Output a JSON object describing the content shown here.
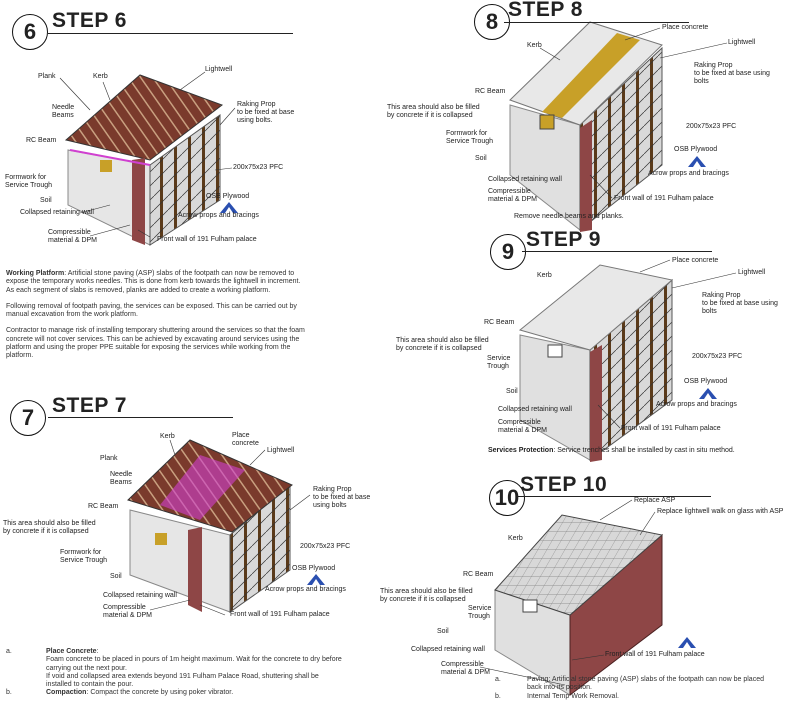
{
  "step6": {
    "num": "6",
    "title": "STEP 6",
    "labels": {
      "plank": "Plank",
      "kerb": "Kerb",
      "lightwell": "Lightwell",
      "needle": "Needle\nBeams",
      "rc": "RC Beam",
      "raking": "Raking Prop\nto be fixed at base\nusing bolts.",
      "pfc": "200x75x23 PFC",
      "formwork": "Formwork for\nService Trough",
      "soil": "Soil",
      "osb": "OSB Plywood",
      "acrow": "Acrow props and bracings",
      "collapsed": "Collapsed retaining wall",
      "compressible": "Compressible\nmaterial & DPM",
      "front": "Front wall of 191 Fulham palace"
    }
  },
  "step6_text": {
    "p1_bold": "Working Platform",
    "p1": ": Artificial stone paving (ASP) slabs of the footpath can now be removed to expose the temporary works needles. This is done from kerb towards the lightwell in increment. As each segment of slabs is removed, planks are added to create a working platform.",
    "p2": "Following removal of footpath paving, the services can be exposed. This can be carried out by manual excavation from the work platform.",
    "p3": "Contractor to manage risk of installing temporary shuttering around the services so that the foam concrete will not cover services. This can be achieved by excavating around services using the platform and using the proper PPE suitable for exposing the services while working from the platform."
  },
  "step7": {
    "num": "7",
    "title": "STEP 7",
    "labels": {
      "kerb": "Kerb",
      "place": "Place\nconcrete",
      "lightwell": "Lightwell",
      "plank": "Plank",
      "needle": "Needle\nBeams",
      "rc": "RC Beam",
      "raking": "Raking Prop\nto be fixed at base\nusing bolts",
      "area": "This area should also be filled\nby concrete if it is collapsed",
      "pfc": "200x75x23 PFC",
      "formwork": "Formwork for\nService Trough",
      "soil": "Soil",
      "osb": "OSB Plywood",
      "acrow": "Acrow props and bracings",
      "collapsed": "Collapsed retaining wall",
      "compressible": "Compressible\nmaterial & DPM",
      "front": "Front wall of 191 Fulham palace"
    }
  },
  "step7_list": [
    {
      "k": "a.",
      "bold": "Place Concrete",
      "v": ":\nFoam concrete to be placed in pours of 1m height maximum. Wait for the concrete to dry before carrying out the next pour.\nIf void and collapsed area extends beyond 191 Fulham Palace Road, shuttering shall be installed to contain the pour."
    },
    {
      "k": "b.",
      "bold": "Compaction",
      "v": ": Compact the concrete by using poker vibrator."
    }
  ],
  "step8": {
    "num": "8",
    "title": "STEP 8",
    "labels": {
      "place": "Place concrete",
      "kerb": "Kerb",
      "lightwell": "Lightwell",
      "raking": "Raking Prop\nto be fixed at base using\nbolts",
      "rc": "RC Beam",
      "area": "This area should also be filled\nby concrete if it is collapsed",
      "pfc": "200x75x23 PFC",
      "formwork": "Formwork for\nService Trough",
      "soil": "Soil",
      "osb": "OSB Plywood",
      "acrow": "Acrow props and bracings",
      "collapsed": "Collapsed retaining wall",
      "compressible": "Compressible\nmaterial & DPM",
      "front": "Front wall of 191 Fulham palace"
    },
    "note": "Remove needle beams and planks."
  },
  "step9": {
    "num": "9",
    "title": "STEP 9",
    "labels": {
      "place": "Place concrete",
      "kerb": "Kerb",
      "lightwell": "Lightwell",
      "raking": "Raking Prop\nto be fixed at base using\nbolts",
      "rc": "RC Beam",
      "area": "This area should also be filled\nby concrete if it is collapsed",
      "trough": "Service\nTrough",
      "pfc": "200x75x23 PFC",
      "soil": "Soil",
      "osb": "OSB Plywood",
      "acrow": "Acrow props and bracings",
      "collapsed": "Collapsed retaining wall",
      "compressible": "Compressible\nmaterial & DPM",
      "front": "Front wall of 191 Fulham palace"
    },
    "note_bold": "Services Protection",
    "note": ": Service trenches shall be installed by cast in situ method."
  },
  "step10": {
    "num": "10",
    "title": "STEP 10",
    "labels": {
      "asp": "Replace ASP",
      "walk": "Replace lightwell walk on glass with ASP",
      "kerb": "Kerb",
      "rc": "RC Beam",
      "area": "This area should also be filled\nby concrete if it is collapsed",
      "trough": "Service\nTrough",
      "soil": "Soil",
      "collapsed": "Collapsed retaining wall",
      "compressible": "Compressible\nmaterial & DPM",
      "front": "Front wall of 191 Fulham palace"
    }
  },
  "step10_list": [
    {
      "k": "a.",
      "v": "Paving: Artificial stone paving (ASP) slabs of the footpath can now be placed back into its position."
    },
    {
      "k": "b.",
      "v": "Internal Temp Work Removal."
    }
  ],
  "colors": {
    "plank": "#7a3a2c",
    "wall": "#8e4646",
    "concrete": "#c8a028",
    "magenta": "#d040d0",
    "osb": "#2a4fb0"
  }
}
